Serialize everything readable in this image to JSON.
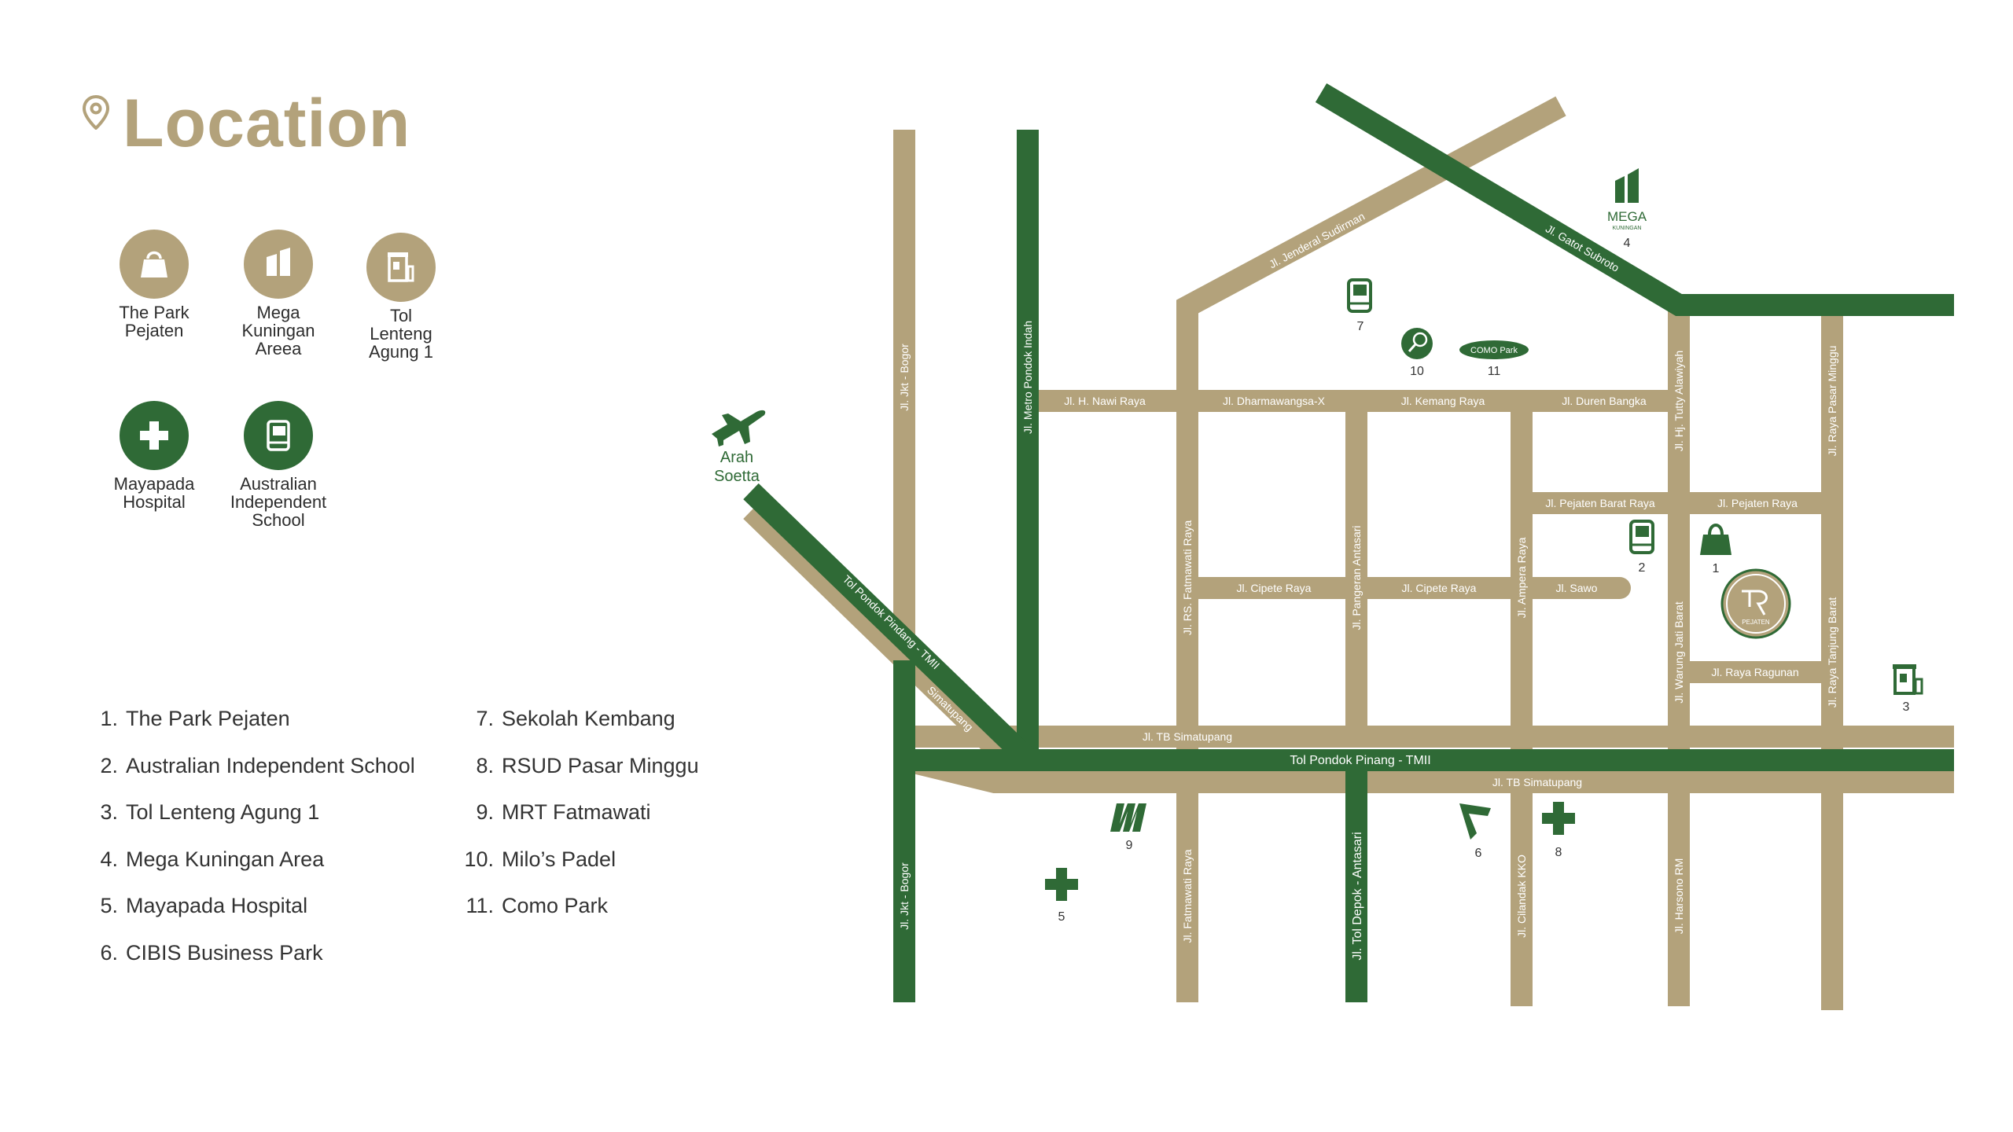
{
  "header": {
    "title": "Location",
    "icon": "location-pin-icon"
  },
  "colors": {
    "tan": "#b3a27b",
    "green": "#2f6a36"
  },
  "legend_icons": [
    {
      "label": "The Park\nPejaten",
      "icon": "shopping-bag-icon",
      "color": "tan"
    },
    {
      "label": "Mega\nKuningan\nAreea",
      "icon": "buildings-icon",
      "color": "tan"
    },
    {
      "label": "Tol\nLenteng\nAgung 1",
      "icon": "toll-gate-icon",
      "color": "tan"
    },
    {
      "label": "Mayapada\nHospital",
      "icon": "hospital-cross-icon",
      "color": "green"
    },
    {
      "label": "Australian\nIndependent\nSchool",
      "icon": "school-book-icon",
      "color": "green"
    }
  ],
  "places_left": [
    {
      "num": "1.",
      "name": "The Park Pejaten"
    },
    {
      "num": "2.",
      "name": "Australian Independent School"
    },
    {
      "num": "3.",
      "name": "Tol Lenteng Agung 1"
    },
    {
      "num": "4.",
      "name": "Mega Kuningan Area"
    },
    {
      "num": "5.",
      "name": "Mayapada Hospital"
    },
    {
      "num": "6.",
      "name": "CIBIS Business Park"
    }
  ],
  "places_right": [
    {
      "num": "7.",
      "name": "Sekolah Kembang"
    },
    {
      "num": "8.",
      "name": "RSUD Pasar Minggu"
    },
    {
      "num": "9.",
      "name": "MRT Fatmawati"
    },
    {
      "num": "10.",
      "name": "Milo’s Padel"
    },
    {
      "num": "11.",
      "name": "Como Park"
    }
  ],
  "map": {
    "airport": {
      "line1": "Arah",
      "line2": "Soetta"
    },
    "mega_logo": {
      "line1": "MEGA",
      "line2": "KUNINGAN"
    },
    "como_logo": "COMO Park",
    "pejaten_logo": "PEJATEN",
    "roads": {
      "jkt_bogor_top": "Jl. Jkt - Bogor",
      "jkt_bogor_bottom": "Jl. Jkt - Bogor",
      "metro_pondok_indah": "Jl. Metro Pondok Indah",
      "jenderal_sudirman": "Jl. Jenderal Sudirman",
      "gatot_subroto": "Jl. Gatot Subroto",
      "h_nawi": "Jl. H. Nawi Raya",
      "dharmawangsa": "Jl. Dharmawangsa-X",
      "kemang": "Jl. Kemang Raya",
      "duren_bangka": "Jl. Duren Bangka",
      "tutty_alawiyah": "Jl. Hj. Tutty Alawiyah",
      "raya_pasar_minggu": "Jl. Raya Pasar Minggu",
      "pejaten_barat": "Jl. Pejaten Barat Raya",
      "pejaten_raya": "Jl. Pejaten Raya",
      "fatmawati_top": "Jl. RS. Fatmawati Raya",
      "pangeran_antasari": "Jl. Pangeran Antasari",
      "ampera": "Jl. Ampera Raya",
      "cipete_1": "Jl. Cipete Raya",
      "cipete_2": "Jl. Cipete Raya",
      "sawo": "Jl. Sawo",
      "warung_jati": "Jl. Warung Jati Barat",
      "raya_ragunan": "Jl. Raya Ragunan",
      "tanjung_barat": "Jl. Raya Tanjung Barat",
      "tb_simatupang_diag": "Jl. TB Simatupang",
      "tol_pondok_pinang_diag": "Tol Pondok Pindang - TMII",
      "simatupang_diag": "Simatupang",
      "tb_simatupang_top": "Jl. TB Simatupang",
      "tol_pondok_pinang": "Tol Pondok Pinang - TMII",
      "tb_simatupang_bottom": "Jl. TB Simatupang",
      "fatmawati_bottom": "Jl. Fatmawati Raya",
      "tol_depok_antasari": "Jl. Tol Depok - Antasari",
      "cilandak_kko": "Jl. Cilandak KKO",
      "harsono_rm": "Jl. Harsono RM"
    },
    "poi_numbers": {
      "p1": "1",
      "p2": "2",
      "p3": "3",
      "p4": "4",
      "p5": "5",
      "p6": "6",
      "p7": "7",
      "p8": "8",
      "p9": "9",
      "p10": "10",
      "p11": "11"
    }
  }
}
